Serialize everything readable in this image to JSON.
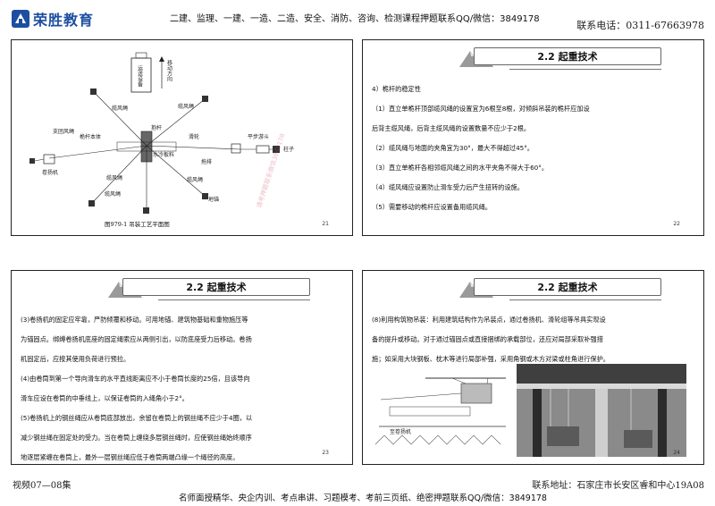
{
  "header": {
    "logo_text": "荣胜教育",
    "center_text": "二建、监理、一建、一造、二造、安全、消防、咨询、检测课程押题联系QQ/微信：3849178",
    "right_text": "联系电话：0311-67663978"
  },
  "slides": [
    {
      "page": "21",
      "caption": "图979-1 吊装工艺平面图",
      "diagram_labels": {
        "transport": "运送设备",
        "direction": "移动方向",
        "winch_side": "支团风绳",
        "winch": "卷扬机",
        "cable_top": "缆风绳",
        "cable_top2": "缆风绳",
        "cable_right": "缆风绳",
        "cable_left": "缆风绳",
        "cable_bot": "缆风绳",
        "mast": "抱杆",
        "main_cable": "桅杆本体",
        "sliding_board": "滑轮",
        "water_board": "水冷板料",
        "sled": "拖排",
        "anchor": "地锚",
        "pulley_set": "平步游斗",
        "column": "柱子"
      },
      "watermark": "请考押题联系微信3849178"
    },
    {
      "page": "22",
      "title": "2.2 起重技术",
      "lines": [
        "4）桅杆的稳定性",
        "（1）直立单桅杆顶部缆风绳的设置宜为6根至8根，对倾斜吊装的桅杆应加设",
        "后背主缆风绳，后背主缆风绳的设置数量不应少于2根。",
        "（2）缆风绳与地面的夹角宜为30°，最大不得超过45°。",
        "（3）直立单桅杆各相邻缆风绳之间的水平夹角不得大于60°。",
        "（4）缆风绳应设置防止滑车受力后产生扭转的设施。",
        "（5）需要移动的桅杆应设置备用缆风绳。"
      ]
    },
    {
      "page": "23",
      "title": "2.2 起重技术",
      "lines": [
        "(3)卷扬机的固定应牢靠，严防倾覆和移动。可用地锚、建筑物基础和重物施压等",
        "为锚固点。绑缚卷扬机底座的固定绳索应从两侧引出，以防底座受力后移动。卷扬",
        "机固定后，应按其使用负荷进行预拉。",
        "(4)由卷筒到第一个导向滑车的水平直线距离应不小于卷筒长度的25倍，且该导向",
        "滑车应设在卷筒的中垂线上，以保证卷筒的入绳角小于2°。",
        "(5)卷扬机上的钢丝绳应从卷筒底部放出，余留在卷筒上的钢丝绳不应少于4圈，以",
        "减少钢丝绳在固定处的受力。当在卷筒上缠绕多层钢丝绳时，应使钢丝绳始终顺序",
        "地逐层紧缠在卷筒上，最外一层钢丝绳应低于卷筒两端凸缘一个绳径的高度。"
      ]
    },
    {
      "page": "24",
      "title": "2.2 起重技术",
      "lines": [
        "(8)利用构筑物吊装：利用建筑结构作为吊装点，通过卷扬机、滑轮组等吊具实现设",
        "备的提升或移动。对于通过锚固点或直接捆绑的承载部位，还应对局部采取补强措",
        "施；如采用大块钢板、枕木等进行局部补强，采用角钢或木方对梁或柱角进行保护。"
      ],
      "photo_label": "至卷扬机"
    }
  ],
  "footer": {
    "left": "视频07—08集",
    "right": "联系地址：石家庄市长安区睿和中心19A08",
    "bottom": "名师面授精华、央企内训、考点串讲、习题模考、考前三页纸、绝密押题联系QQ/微信：3849178"
  },
  "colors": {
    "logo": "#1d4fa0",
    "watermark": "#c83c5a"
  }
}
